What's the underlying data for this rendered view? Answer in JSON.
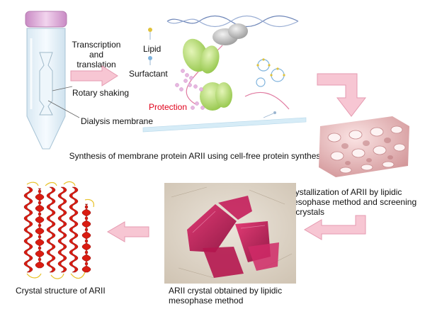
{
  "panel1": {
    "labels": {
      "transcription": "Transcription\nand\ntranslation",
      "rotary": "Rotary shaking",
      "dialysis": "Dialysis membrane",
      "lipid": "Lipid",
      "surfactant": "Surfactant",
      "protection": "Protection"
    },
    "caption": "Synthesis of membrane protein ARII using cell-free protein synthesis system"
  },
  "panel2": {
    "caption": "Crystallization of ARII by lipidic mesophase method and screening of crystals"
  },
  "panel3": {
    "caption": "ARII crystal obtained by lipidic mesophase method"
  },
  "panel4": {
    "caption": "Crystal structure of ARII"
  },
  "colors": {
    "arrow_fill": "#f7c6d3",
    "arrow_stroke": "#e59ab0",
    "protection_text": "#e0001a",
    "protein_green": "#a9d65a",
    "helix_red": "#d91c12",
    "crystal_pink": "#e6a9ab"
  }
}
